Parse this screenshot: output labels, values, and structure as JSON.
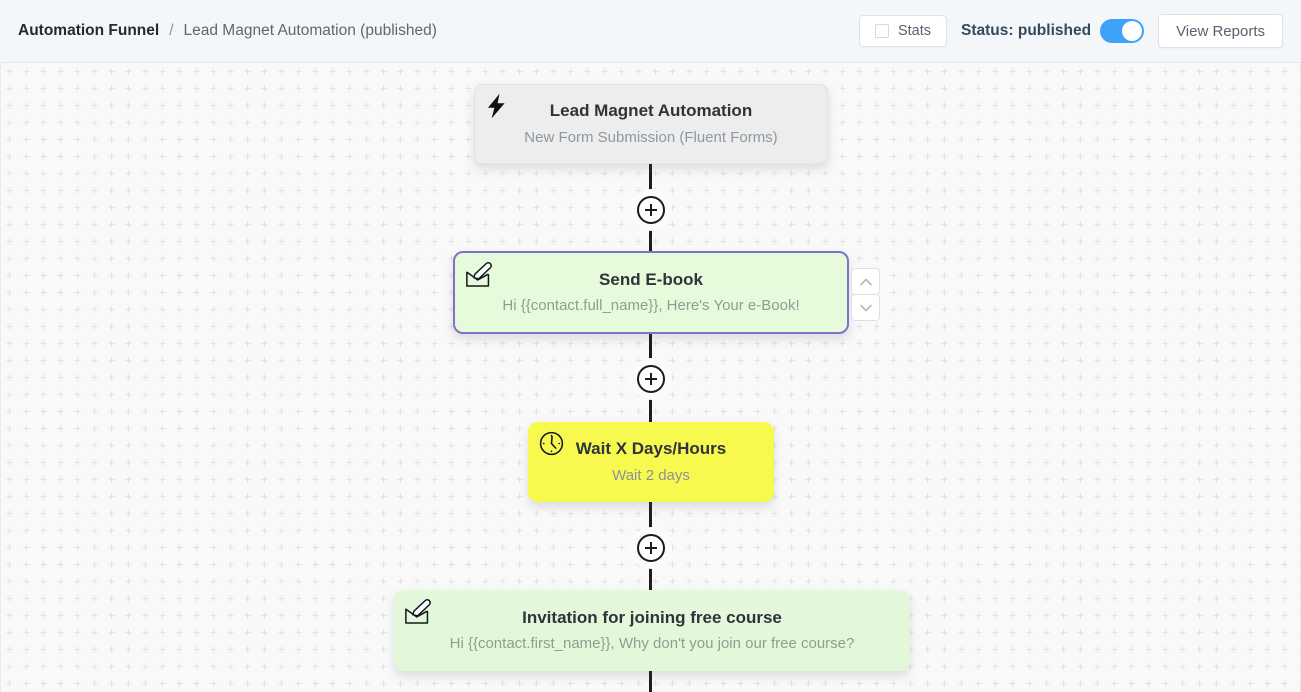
{
  "header": {
    "breadcrumb": {
      "root": "Automation Funnel",
      "separator": "/",
      "current": "Lead Magnet Automation (published)"
    },
    "stats_button": {
      "label": "Stats",
      "checked": false
    },
    "status": {
      "label": "Status: published",
      "toggle_on": true
    },
    "view_reports_button": {
      "label": "View Reports"
    }
  },
  "canvas": {
    "nodes": [
      {
        "id": "trigger",
        "icon": "lightning-bolt-icon",
        "title": "Lead Magnet Automation",
        "subtitle": "New Form Submission (Fluent Forms)"
      },
      {
        "id": "send-ebook",
        "icon": "email-compose-icon",
        "title": "Send E-book",
        "subtitle": "Hi {{contact.full_name}}, Here's Your e-Book!",
        "selected": true
      },
      {
        "id": "wait",
        "icon": "clock-icon",
        "title": "Wait X Days/Hours",
        "subtitle": "Wait 2 days"
      },
      {
        "id": "invitation",
        "icon": "email-compose-icon",
        "title": "Invitation for joining free course",
        "subtitle": "Hi {{contact.first_name}}, Why don't you join our free course?"
      }
    ]
  },
  "colors": {
    "accent_blue": "#3ea2f8",
    "trigger_node_bg": "#ededee",
    "email_node_bg": "#e5fbdb",
    "selected_node_border": "#8071ca",
    "wait_node_bg": "#f8f94e",
    "connector_line": "#1d1d1d",
    "canvas_bg": "#f9f9f9",
    "header_bg": "#f4f7fa"
  }
}
